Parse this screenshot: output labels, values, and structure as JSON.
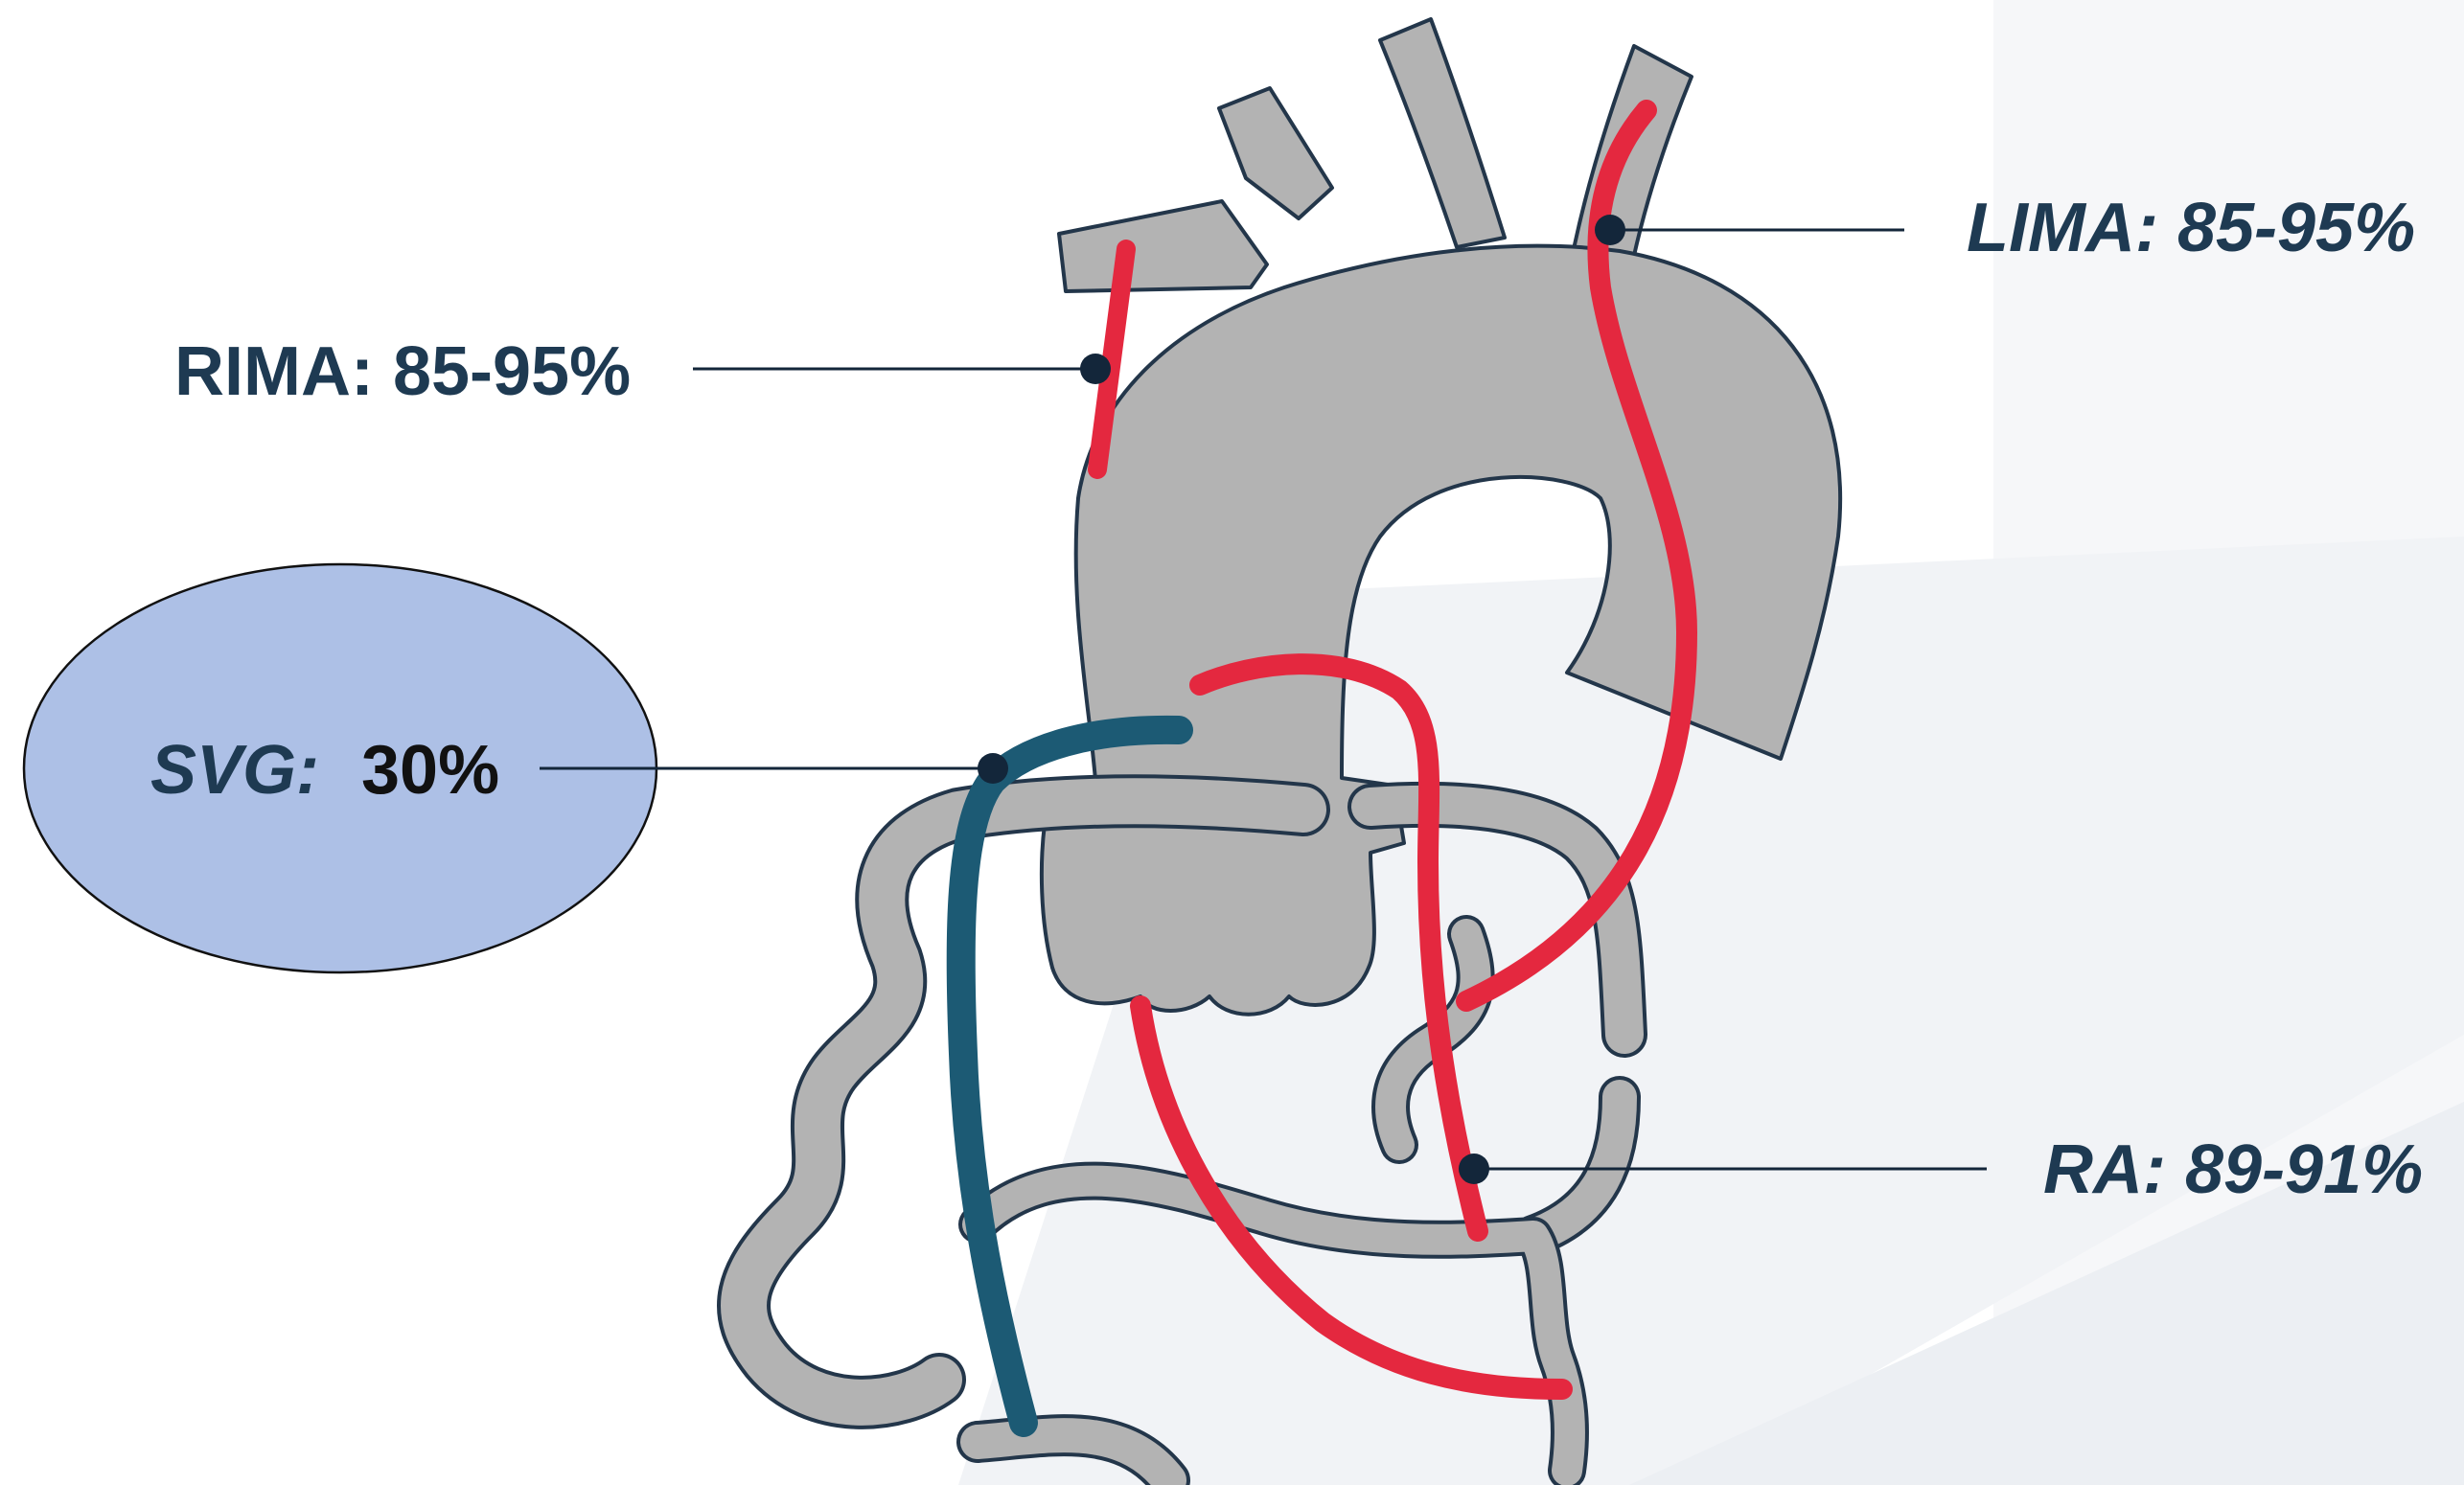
{
  "labels": {
    "lima": "LIMA: 85-95%",
    "rima": "RIMA: 85-95%",
    "svg_prefix": "SVG:",
    "svg_value": "30%",
    "ra": "RA: 89-91%"
  },
  "colors": {
    "background": "#ffffff",
    "background_shade": "#f1f3f6",
    "vessel_fill": "#b3b3b3",
    "vessel_outline": "#23364a",
    "arterial_graft": "#e4283f",
    "vein_graft": "#1c5a74",
    "label_text": "#1e3a52",
    "svg_value_text": "#111111",
    "svg_ellipse_fill": "#adc0e6"
  }
}
